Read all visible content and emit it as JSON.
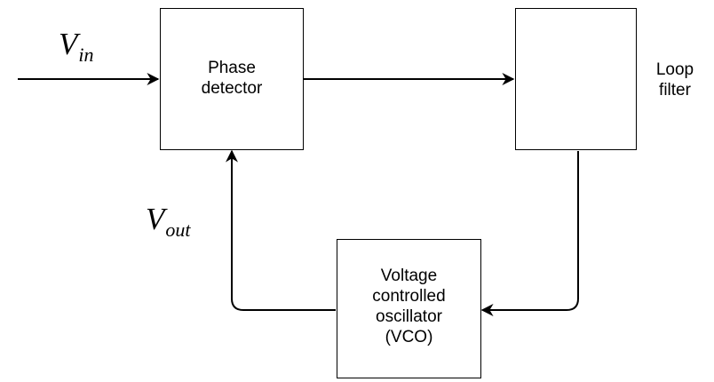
{
  "input_label": {
    "main": "V",
    "sub": "in"
  },
  "output_label": {
    "main": "V",
    "sub": "out"
  },
  "blocks": {
    "phase_detector": {
      "lines": [
        "Phase",
        "detector"
      ]
    },
    "loop_filter": {
      "lines": [
        "Loop",
        "filter"
      ]
    },
    "vco": {
      "lines": [
        "Voltage",
        "controlled",
        "oscillator",
        "(VCO)"
      ]
    }
  }
}
